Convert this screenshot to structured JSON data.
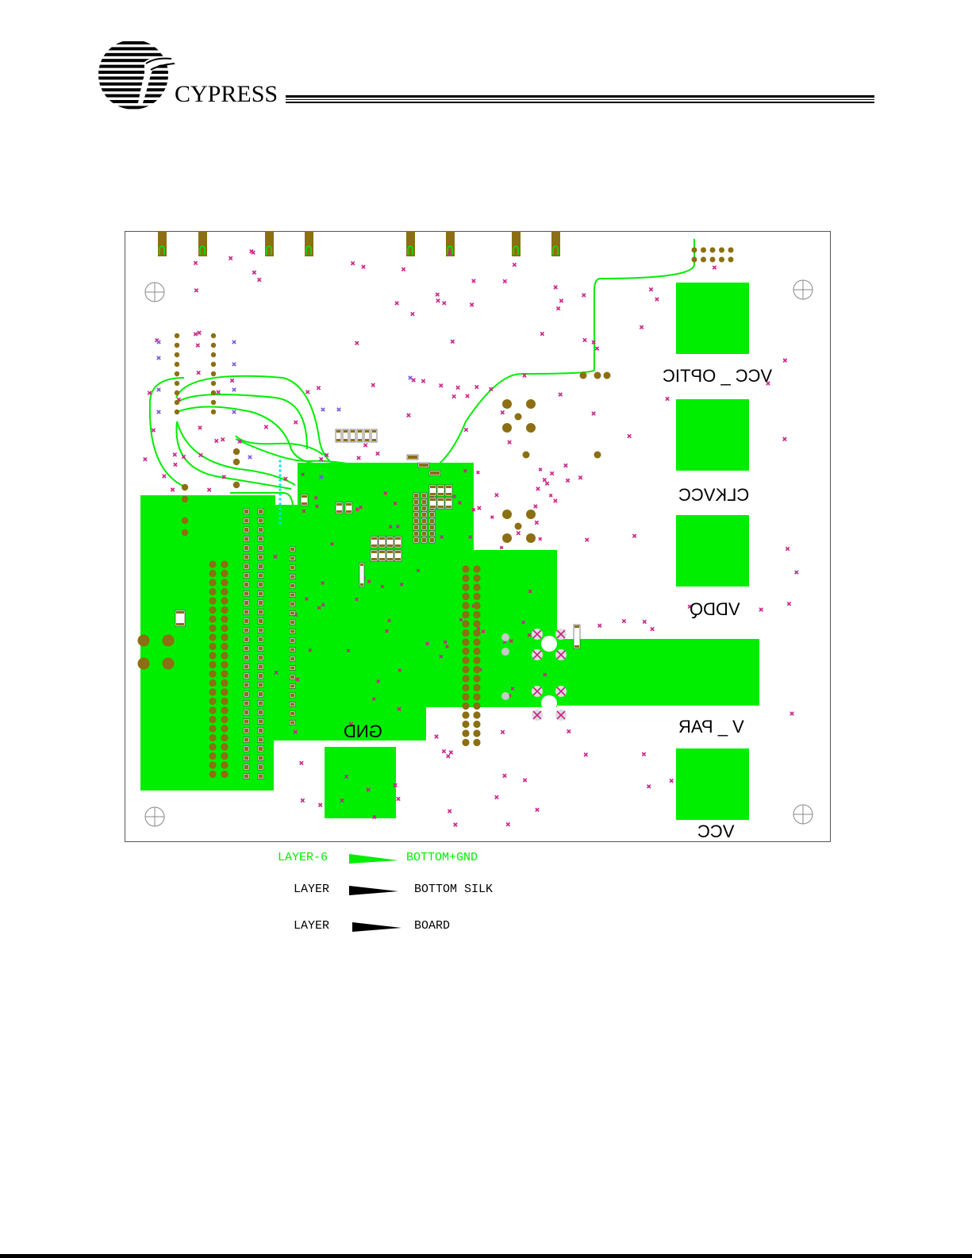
{
  "header": {
    "company": "CYPRESS"
  },
  "board": {
    "planes": [
      {
        "key": "vcc_optic",
        "label": "VCC _ OPTIC"
      },
      {
        "key": "clkvcc",
        "label": "CLKVCC"
      },
      {
        "key": "vddq",
        "label": "VDDQ"
      },
      {
        "key": "v_par",
        "label": "V _ PAR"
      },
      {
        "key": "vcc",
        "label": "VCC"
      },
      {
        "key": "gnd",
        "label": "GND"
      }
    ]
  },
  "legend": {
    "rows": [
      {
        "left": "LAYER-6",
        "right": "BOTTOM+GND",
        "color": "#00ee00"
      },
      {
        "left": "LAYER",
        "right": "BOTTOM SILK",
        "color": "#000000"
      },
      {
        "left": "LAYER",
        "right": "BOARD",
        "color": "#000000"
      }
    ]
  },
  "colors": {
    "copper": "#00ee00",
    "pad": "#8b6f12",
    "via": "#cc2288",
    "via_blue": "#7755dd",
    "via_cyan": "#00e5ee"
  }
}
